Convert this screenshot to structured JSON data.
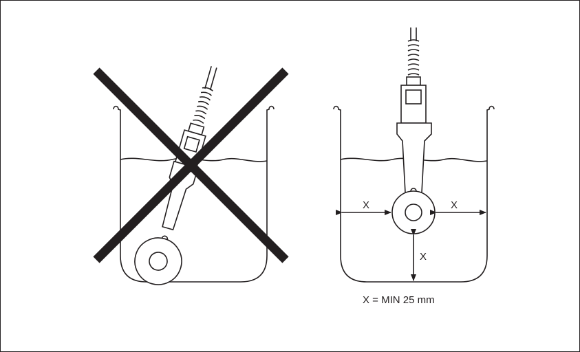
{
  "diagram": {
    "labels": {
      "left": "X",
      "right": "X",
      "bottom": "X"
    },
    "caption": "X = MIN 25 mm"
  },
  "colors": {
    "line": "#231f20",
    "background": "#ffffff"
  }
}
